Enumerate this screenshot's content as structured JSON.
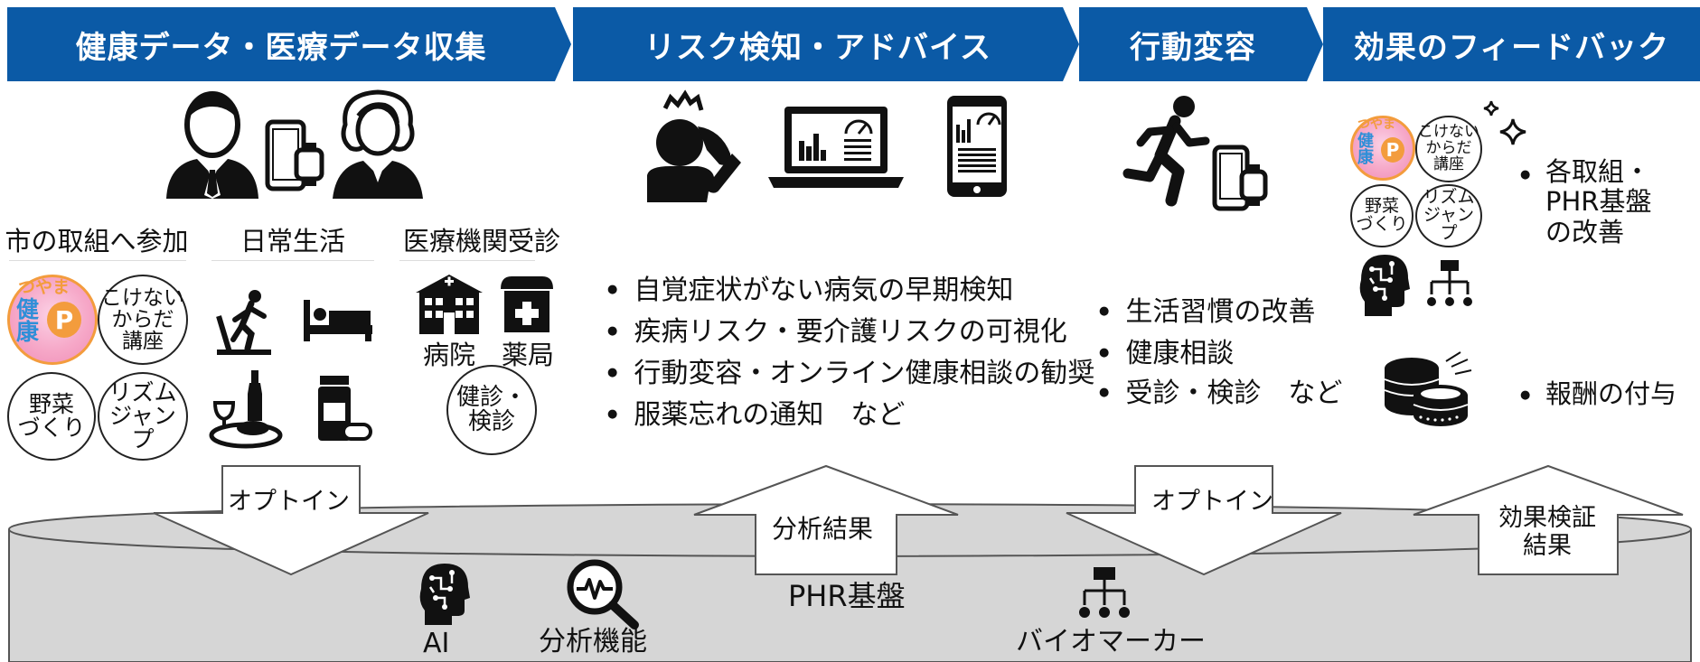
{
  "colors": {
    "header": "#0b5aa6",
    "header_text": "#ffffff",
    "base_fill": "#d6d6d6",
    "logo_pink": "#f39ac0",
    "logo_blue": "#2f8fd8",
    "logo_orange": "#f39c3d"
  },
  "headers": [
    {
      "label": "健康データ・医療データ収集"
    },
    {
      "label": "リスク検知・アドバイス"
    },
    {
      "label": "行動変容"
    },
    {
      "label": "効果のフィードバック"
    }
  ],
  "collect": {
    "icons": [
      "businessman-icon",
      "smartphone-watch-icon",
      "elderly-woman-icon"
    ],
    "categories": [
      {
        "label": "市の取組へ参加"
      },
      {
        "label": "日常生活"
      },
      {
        "label": "医療機関受診"
      }
    ],
    "programs": {
      "logo": {
        "kana": "つやま",
        "title": "健康",
        "letter": "P"
      },
      "circle1": "こけない\nからだ\n講座",
      "circle2": "野菜\nづくり",
      "circle3": "リズム\nジャンプ"
    },
    "daily_icons": [
      "treadmill-runner-icon",
      "bed-icon",
      "wine-food-icon",
      "medicine-bottle-icon"
    ],
    "medical": {
      "hospital": "病院",
      "pharmacy": "薬局",
      "checkup": "健診・\n検診"
    }
  },
  "risk": {
    "icons": [
      "headache-person-icon",
      "laptop-chart-icon",
      "smartphone-chart-icon"
    ],
    "bullets": [
      "自覚症状がない病気の早期検知",
      "疾病リスク・要介護リスクの可視化",
      "行動変容・オンライン健康相談の勧奨",
      "服薬忘れの通知　など"
    ]
  },
  "behavior": {
    "icons": [
      "running-person-icon",
      "smartphone-watch-icon"
    ],
    "bullets": [
      "生活習慣の改善",
      "健康相談",
      "受診・検診　など"
    ]
  },
  "feedback": {
    "programs": {
      "logo": {
        "kana": "つやま",
        "title": "健康",
        "letter": "P"
      },
      "circle1": "こけない\nからだ\n講座",
      "circle2": "野菜\nづくり",
      "circle3": "リズム\nジャンプ"
    },
    "bullet1": "各取組・\nPHR基盤\nの改善",
    "bullet2": "報酬の付与",
    "icons": [
      "sparkle-icon",
      "ai-head-icon",
      "biomarker-icon",
      "coins-icon"
    ]
  },
  "arrows": {
    "optin1": "オプトイン",
    "analysis": "分析結果",
    "optin2": "オプトイン",
    "effect": "効果検証\n結果"
  },
  "base": {
    "title": "PHR基盤",
    "ai_label": "AI",
    "analysis_label": "分析機能",
    "biomarker_label": "バイオマーカー"
  }
}
